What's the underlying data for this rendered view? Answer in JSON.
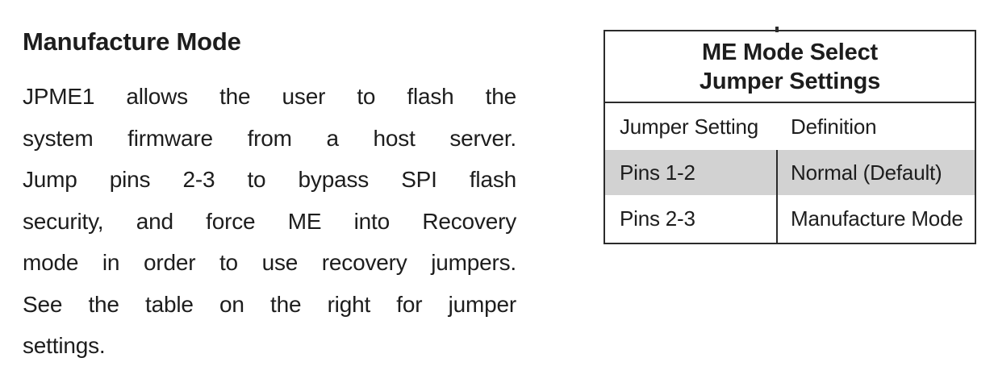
{
  "section": {
    "heading": "Manufacture Mode",
    "paragraph_lines": [
      "JPME1 allows the user to flash the",
      "system firmware from a host server.",
      "Jump pins 2-3 to bypass SPI flash",
      "security, and force ME into Recovery",
      "mode in order to use recovery jumpers.",
      "See the table on the right for jumper",
      "settings."
    ]
  },
  "table": {
    "title_lines": [
      "ME Mode Select",
      "Jumper Settings"
    ],
    "columns": [
      "Jumper Setting",
      "Definition"
    ],
    "rows": [
      {
        "setting": "Pins 1-2",
        "definition": "Normal (Default)",
        "highlighted": true
      },
      {
        "setting": "Pins 2-3",
        "definition": "Manufacture Mode",
        "highlighted": false
      }
    ],
    "colors": {
      "highlight_row": "#d2d2d2",
      "border": "#2b2b2b",
      "text": "#1d1d1d"
    }
  }
}
